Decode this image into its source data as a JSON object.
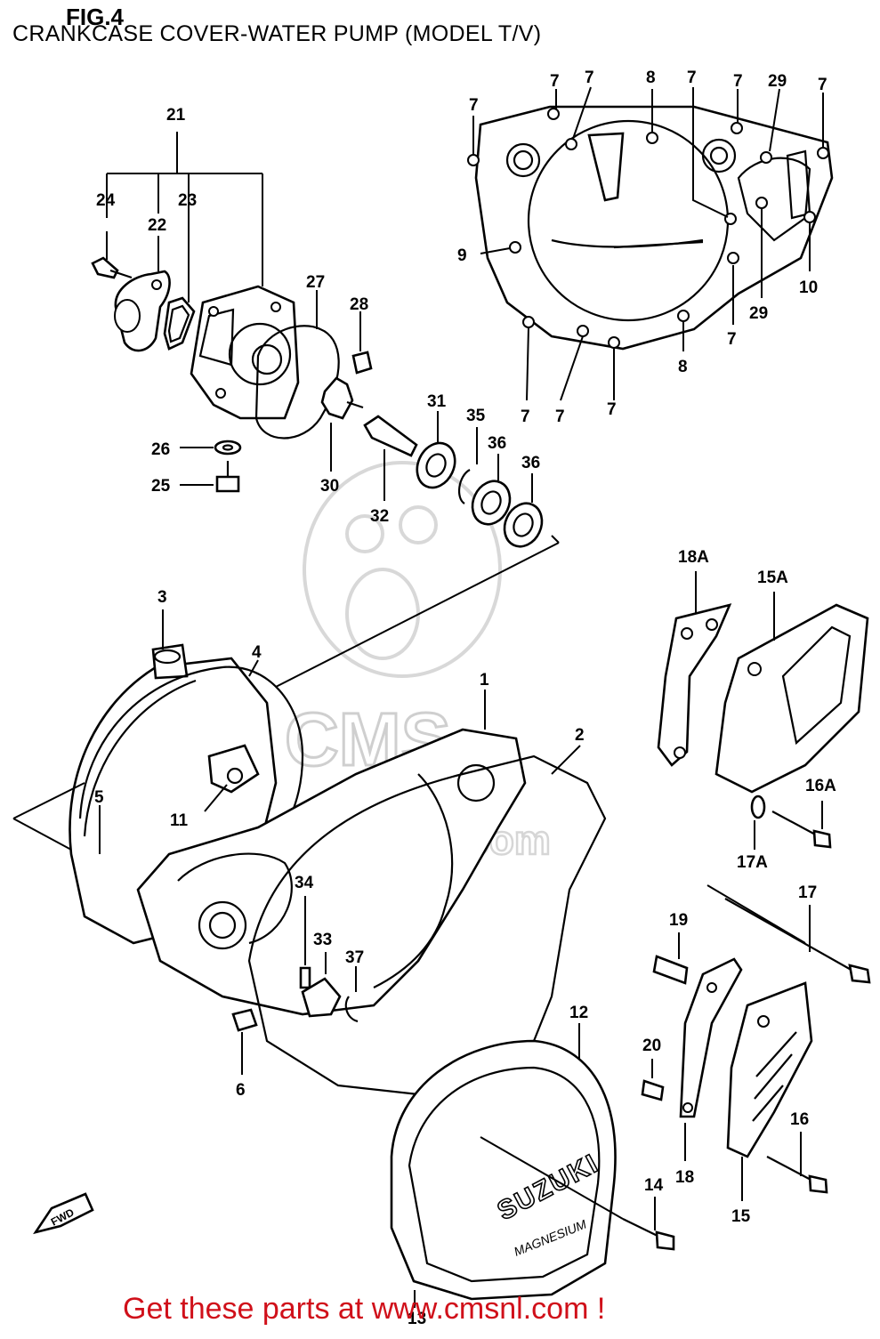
{
  "header": {
    "figure_label": "FIG.4",
    "subtitle": "CRANKCASE COVER-WATER PUMP (MODEL T/V)"
  },
  "footer": {
    "promo_text": "Get these parts at www.cmsnl.com !",
    "promo_color": "#d0101a"
  },
  "watermark": {
    "text": "www.cmsnl.com"
  },
  "cover": {
    "brand": "SUZUKI",
    "script": "MAGNESIUM"
  },
  "direction": {
    "label": "FWD"
  },
  "callouts": [
    "21",
    "24",
    "22",
    "23",
    "27",
    "28",
    "26",
    "25",
    "30",
    "32",
    "31",
    "35",
    "36",
    "36",
    "7",
    "7",
    "8",
    "7",
    "7",
    "29",
    "7",
    "7",
    "9",
    "10",
    "29",
    "7",
    "8",
    "7",
    "7",
    "7",
    "18A",
    "15A",
    "16A",
    "17A",
    "17",
    "19",
    "20",
    "18",
    "16",
    "15",
    "14",
    "12",
    "3",
    "4",
    "1",
    "2",
    "5",
    "11",
    "34",
    "33",
    "37",
    "6",
    "13"
  ]
}
